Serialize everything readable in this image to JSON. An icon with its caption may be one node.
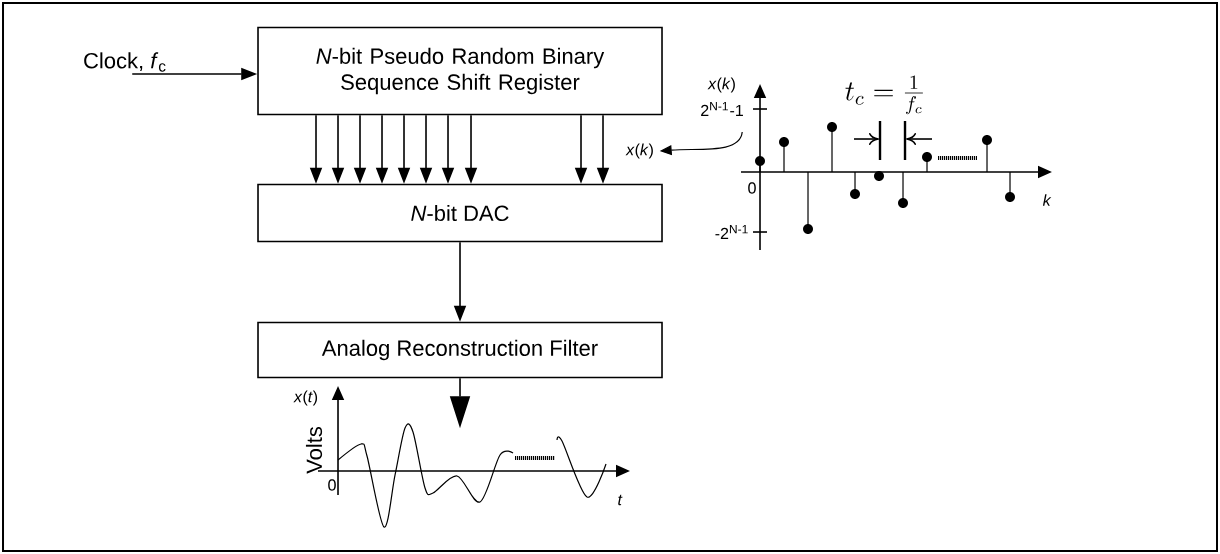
{
  "diagram": {
    "nodes": [
      {
        "text": [
          "Clock, *f*$_{c}$"
        ]
      },
      {
        "text": [
          "*N*-bit Pseudo Random Binary Sequence Shift Register"
        ]
      },
      {
        "text": [
          "*N*-bit DAC"
        ]
      },
      {
        "text": [
          "Analog Reconstruction Filter"
        ]
      },
      {
        "text": [],
        "shape": "picture"
      },
      {
        "text": [
          "*x*(*k*)"
        ]
      },
      {
        "text": [],
        "shape": "picture"
      }
    ],
    "edges": [
      {
        "from": 0,
        "to": 1,
        "arrow": "to"
      },
      {
        "from": 1,
        "to": 2,
        "arrow": "to"
      },
      {
        "from": 1,
        "to": 2,
        "arrow": "to"
      },
      {
        "from": 1,
        "to": 2,
        "arrow": "to"
      },
      {
        "from": 1,
        "to": 2,
        "arrow": "to"
      },
      {
        "from": 1,
        "to": 2,
        "arrow": "to"
      },
      {
        "from": 1,
        "to": 2,
        "arrow": "to"
      },
      {
        "from": 1,
        "to": 2,
        "arrow": "to"
      },
      {
        "from": 1,
        "to": 2,
        "arrow": "to"
      },
      {
        "from": 1,
        "to": 2,
        "arrow": "to"
      },
      {
        "from": 1,
        "to": 2,
        "arrow": "to"
      },
      {
        "from": 2,
        "to": 3,
        "arrow": "to"
      },
      {
        "from": 3,
        "to": 4,
        "arrow": "to"
      },
      {
        "from": 6,
        "to": 5,
        "arrow": "to"
      }
    ],
    "labels": [
      "*x*(*k*)",
      "2$^{N-1}$-1",
      "0",
      "-2$^{N-1}$",
      "*k*",
      "t_c = \\frac{1}{f_c}",
      "*x*(*t*)",
      "Volts",
      "0",
      "*t*"
    ]
  }
}
